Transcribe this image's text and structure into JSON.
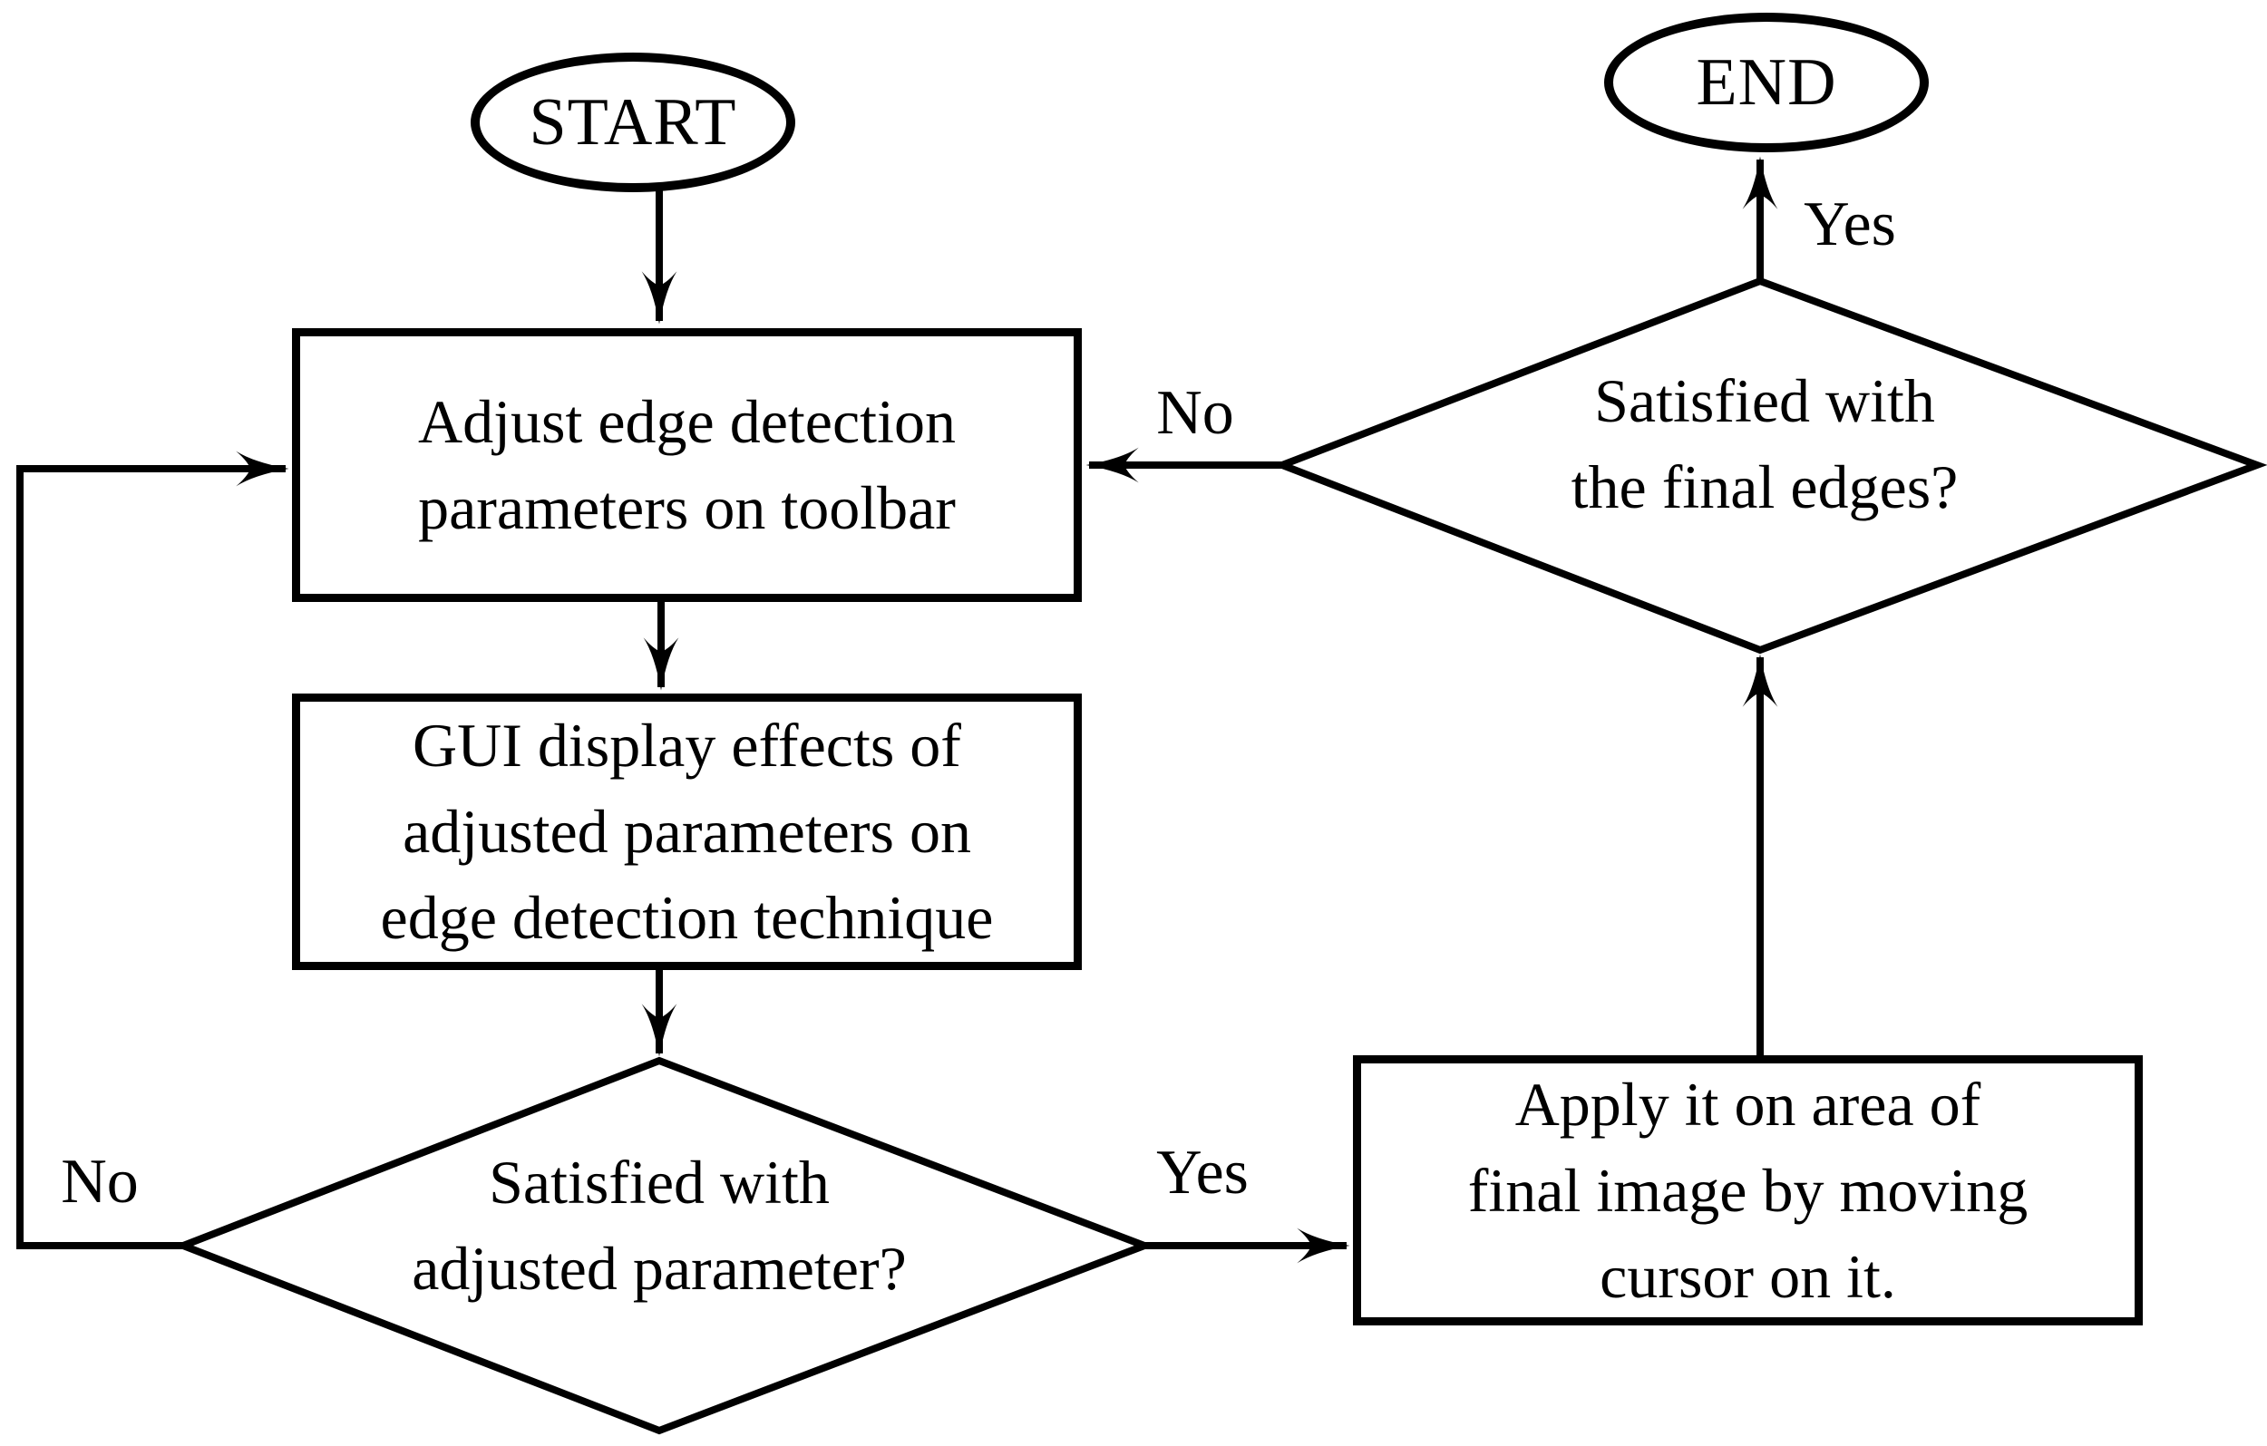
{
  "diagram": {
    "colors": {
      "background": "#ffffff",
      "ink": "#000000"
    },
    "nodes": {
      "start": {
        "type": "terminator",
        "label": "START"
      },
      "adjust_params": {
        "type": "process",
        "line1": "Adjust edge detection",
        "line2": "parameters on toolbar"
      },
      "gui_display": {
        "type": "process",
        "line1": "GUI display effects of",
        "line2": "adjusted parameters on",
        "line3": "edge detection technique"
      },
      "satisfied_param": {
        "type": "decision",
        "line1": "Satisfied with",
        "line2": "adjusted parameter?"
      },
      "apply_cursor": {
        "type": "process",
        "line1": "Apply it on area of",
        "line2": "final image by moving",
        "line3": "cursor on it."
      },
      "satisfied_edges": {
        "type": "decision",
        "line1": "Satisfied with",
        "line2": "the final edges?"
      },
      "end": {
        "type": "terminator",
        "label": "END"
      }
    },
    "edge_labels": {
      "param_no": "No",
      "param_yes": "Yes",
      "edges_no": "No",
      "edges_yes": "Yes"
    }
  }
}
